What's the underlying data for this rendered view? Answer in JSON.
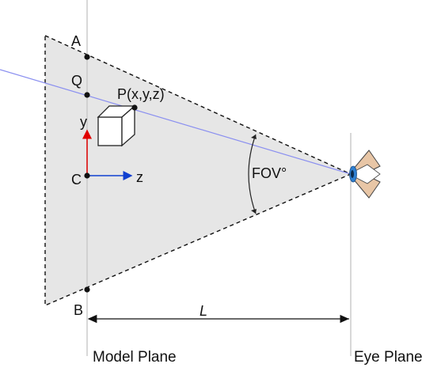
{
  "labels": {
    "point_a": "A",
    "point_q": "Q",
    "point_p": "P(x,y,z)",
    "axis_y": "y",
    "point_c": "C",
    "axis_z": "z",
    "point_b": "B",
    "distance": "L",
    "fov": "FOV°",
    "model_plane": "Model Plane",
    "eye_plane": "Eye Plane"
  },
  "colors": {
    "frustum_fill": "#e6e6e6",
    "sight_ray": "#8a8ff0",
    "y_axis": "#e00000",
    "z_axis": "#1040d0",
    "eye_lid": "#e8c6a6",
    "eye_iris": "#2e7fd0",
    "plane_line": "#c8c8c8"
  },
  "icons": {
    "eye": "eye-icon",
    "cube": "cube-icon"
  }
}
